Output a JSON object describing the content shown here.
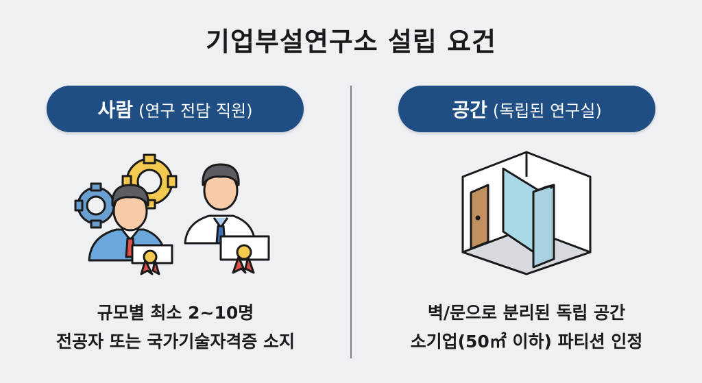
{
  "title": "기업부설연구소 설립 요건",
  "left": {
    "heading": "사람",
    "heading_sub": "(연구 전담 직원)",
    "lines": [
      "규모별 최소 2~10명",
      "전공자 또는 국가기술자격증 소지"
    ]
  },
  "right": {
    "heading": "공간",
    "heading_sub": "(독립된 연구실)",
    "lines": [
      "벽/문으로 분리된 독립 공간",
      "소기업(50㎡ 이하) 파티션 인정"
    ]
  },
  "colors": {
    "pill": "#1f4e85",
    "background": "#eef0f4"
  }
}
